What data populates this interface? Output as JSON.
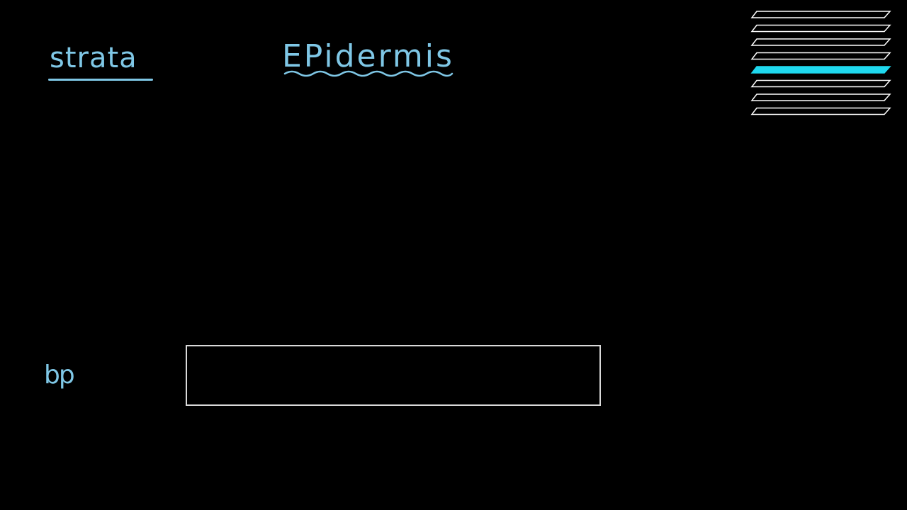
{
  "canvas": {
    "background": "#000000"
  },
  "labels": {
    "strata": "strata",
    "epidermis": "EPidermis",
    "bp": "bp"
  },
  "layer_stack": {
    "count": 8,
    "highlighted_index": 4,
    "outline_color": "#ffffff",
    "highlight_color": "#1fd8ee"
  },
  "colors": {
    "ink": "#7fc7e6",
    "box_outline": "#d9d9d9"
  }
}
